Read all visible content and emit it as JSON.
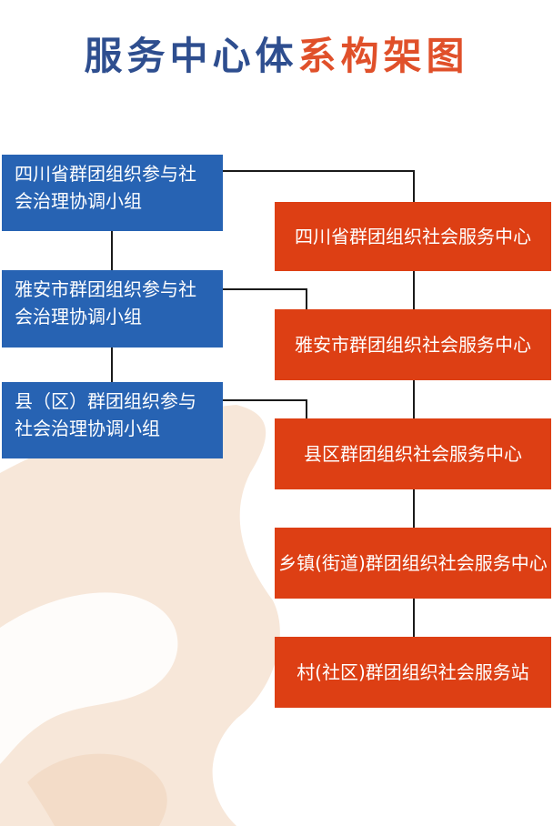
{
  "title": {
    "part1": "服务中心体",
    "part2": "系构架图"
  },
  "colors": {
    "title_blue": "#2e4e8f",
    "title_orange": "#e0502a",
    "leader_box": "#2763b3",
    "center_box": "#dd3f14",
    "connector": "#1a1a1a",
    "decoration": "#f7e7d9"
  },
  "leadership_groups": [
    {
      "line1": "四川省群团组织参与社",
      "line2": "会治理协调小组"
    },
    {
      "line1": "雅安市群团组织参与社",
      "line2": "会治理协调小组"
    },
    {
      "line1": "县（区）群团组织参与",
      "line2": "社会治理协调小组"
    }
  ],
  "service_centers": [
    {
      "label": "四川省群团组织社会服务中心"
    },
    {
      "label": "雅安市群团组织社会服务中心"
    },
    {
      "label": "县区群团组织社会服务中心"
    },
    {
      "label": "乡镇(街道)群团组织社会服务中心"
    },
    {
      "label": "村(社区)群团组织社会服务站"
    }
  ]
}
